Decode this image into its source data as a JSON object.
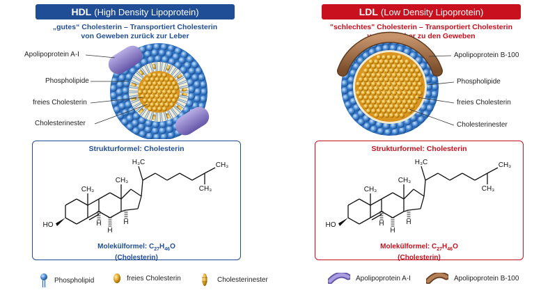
{
  "hdl": {
    "title": "HDL",
    "title_full": "(High Density Lipoprotein)",
    "subtitle_line1": "„gutes“ Cholesterin – Transportiert Cholesterin",
    "subtitle_line2": "von Geweben zurück zur Leber",
    "labels": [
      "Apolipoprotein A-I",
      "Phospholipide",
      "freies Cholesterin",
      "Cholesterinester"
    ],
    "box_title": "Strukturformel: Cholesterin",
    "formula_prefix": "Molekülformel: C",
    "formula_c": "27",
    "formula_h_prefix": "H",
    "formula_h": "46",
    "formula_o": "O",
    "formula_name": "(Cholesterin)"
  },
  "ldl": {
    "title": "LDL",
    "title_full": "(Low Density Lipoprotein)",
    "subtitle_line1": "\"schlechtes\" Cholesterin – Transportiert Cholesterin",
    "subtitle_line2": "von der Leber zu den Geweben",
    "labels": [
      "Apolipoprotein B-100",
      "Phospholipide",
      "freies Cholesterin",
      "Cholesterinester"
    ],
    "box_title": "Strukturformel: Cholesterin",
    "formula_prefix": "Molekülformel: C",
    "formula_c": "27",
    "formula_h_prefix": "H",
    "formula_h": "46",
    "formula_o": "O",
    "formula_name": "(Cholesterin)"
  },
  "molecule": {
    "h3c": "H₃C",
    "ch3_a": "CH₃",
    "ch3_b": "CH₃",
    "ch3_c": "CH₃",
    "ch3_d": "CH₃",
    "ho": "HO",
    "h": "H"
  },
  "legend": [
    "Phospholipid",
    "freies Cholesterin",
    "Cholesterinester",
    "Apolipoprotein A-I",
    "Apolipoprotein B-100"
  ],
  "colors": {
    "hdl_blue": "#1f4e96",
    "ldl_red": "#c8101e",
    "shell_blue": "#4d8fd6",
    "core_gold": "#e0a21f",
    "apo_a": "#8b7cc8",
    "apo_b": "#9a6a45"
  }
}
